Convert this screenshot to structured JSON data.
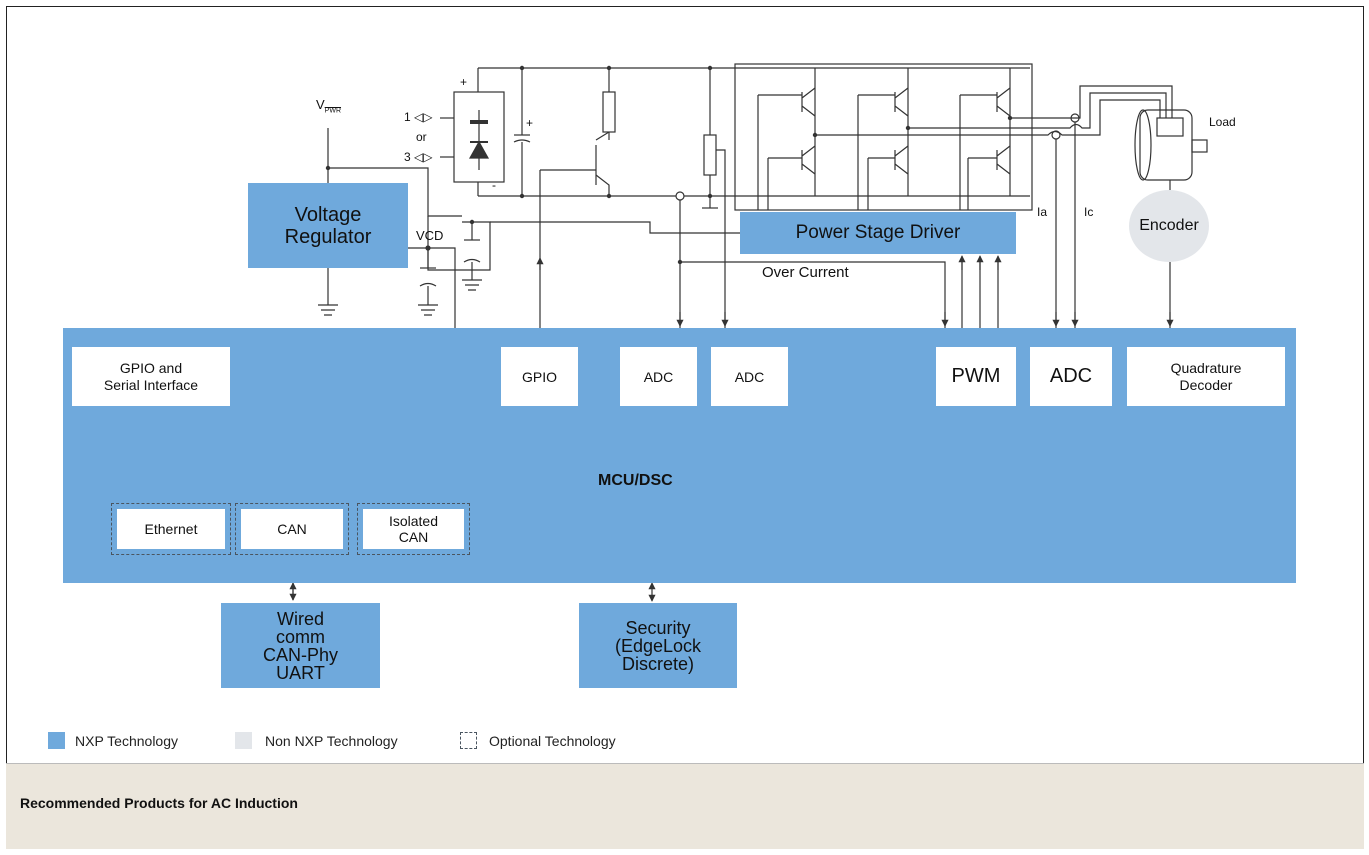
{
  "blocks": {
    "voltage_regulator": "Voltage\nRegulator",
    "power_stage_driver": "Power Stage Driver",
    "mcu": "MCU/DSC",
    "gpio_serial": "GPIO and\nSerial Interface",
    "gpio": "GPIO",
    "adc1": "ADC",
    "adc2": "ADC",
    "pwm": "PWM",
    "adc3": "ADC",
    "quadrature": "Quadrature\nDecoder",
    "ethernet": "Ethernet",
    "can": "CAN",
    "isolated_can": "Isolated\nCAN",
    "wired_comm": "Wired\ncomm\nCAN-Phy\nUART",
    "security": "Security\n(EdgeLock\nDiscrete)",
    "encoder": "Encoder"
  },
  "labels": {
    "vpwr_main": "V",
    "vpwr_sub": "PWR",
    "vcd": "VCD",
    "input_1": "1 ◁▷",
    "or": "or",
    "input_3": "3 ◁▷",
    "plus_top": "+",
    "minus": "-",
    "cap_plus": "+",
    "over_current": "Over Current",
    "ia": "Ia",
    "ic": "Ic",
    "load": "Load"
  },
  "legend": {
    "nxp": "NXP Technology",
    "non_nxp": "Non NXP Technology",
    "optional": "Optional Technology"
  },
  "footer": {
    "title": "Recommended Products for AC Induction"
  },
  "colors": {
    "nxp": "#6fa9dc",
    "non_nxp": "#e3e6ea",
    "footer_bg": "#ebe6dc",
    "line": "#333333"
  }
}
